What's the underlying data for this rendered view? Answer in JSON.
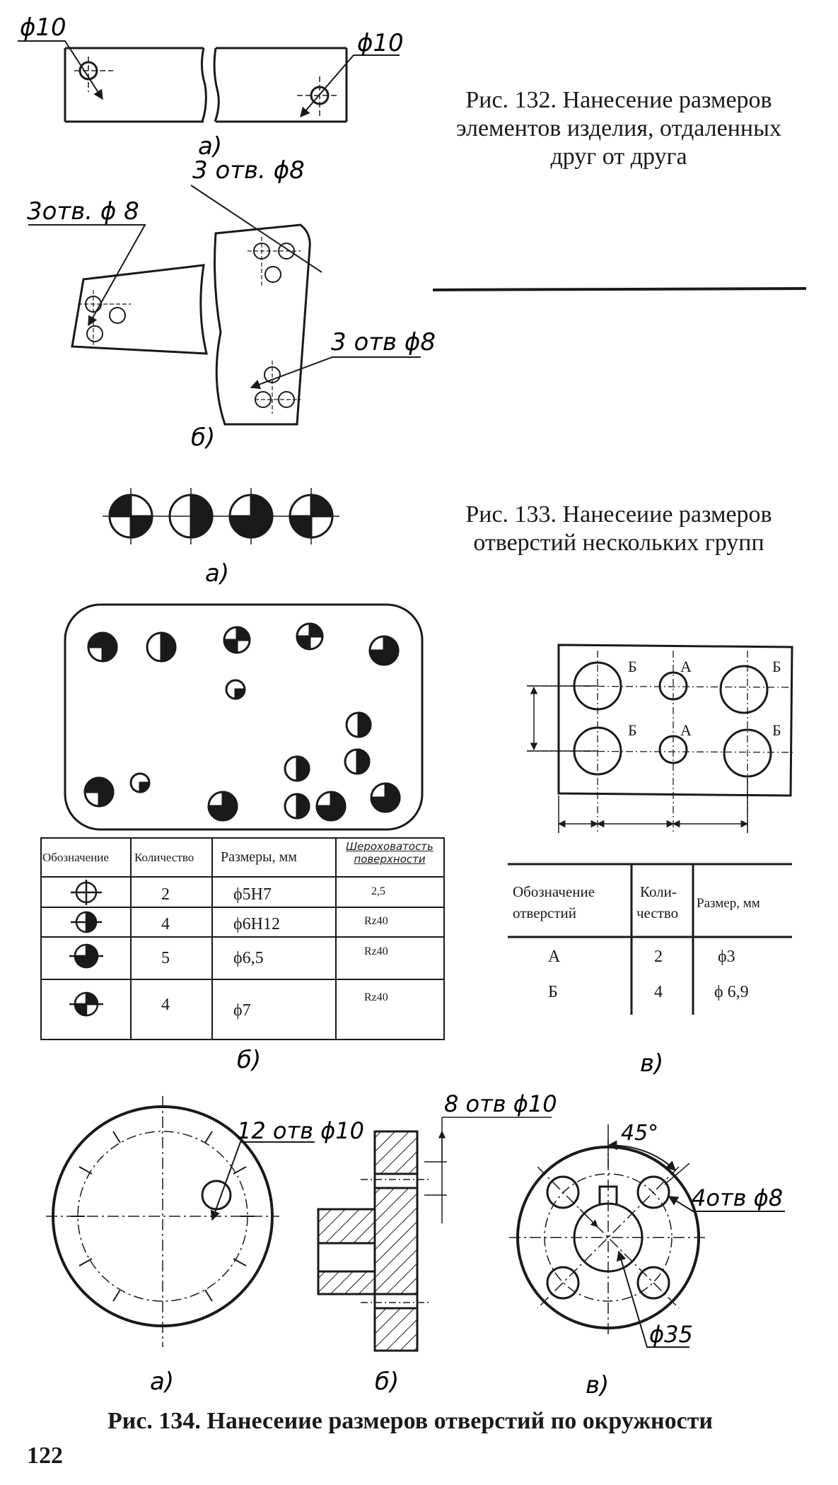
{
  "page_number": "122",
  "fig132": {
    "caption_l1": "Рис. 132. Нанесение размеров",
    "caption_l2": "элементов изделия, отдаленных",
    "caption_l3": "друг от друга",
    "dim_left": "ϕ10",
    "dim_right": "ϕ10",
    "label_a": "а)",
    "dim_b_top": "3 отв. ϕ8",
    "dim_b_left": "3отв. ϕ 8",
    "dim_b_right": "3 отв ϕ8",
    "label_b": "б)"
  },
  "fig133": {
    "caption_l1": "Рис. 133. Нанесеиие размеров",
    "caption_l2": "отверстий нескольких групп",
    "label_a": "а)",
    "label_b": "б)",
    "label_v": "в)",
    "table_b": {
      "headers": [
        "Обозначение",
        "Количество",
        "Размеры, мм",
        "Шероховатость поверхности"
      ],
      "rows": [
        {
          "qty": "2",
          "size": "ϕ5Н7",
          "rough": "2,5"
        },
        {
          "qty": "4",
          "size": "ϕ6Н12",
          "rough": "Rz40"
        },
        {
          "qty": "5",
          "size": "ϕ6,5",
          "rough": "Rz40"
        },
        {
          "qty": "4",
          "size": "ϕ7",
          "rough": "Rz40"
        }
      ]
    },
    "plate_labels": {
      "a": "А",
      "b": "Б"
    },
    "table_v": {
      "h1a": "Обозначение",
      "h1b": "отверстий",
      "h2a": "Коли-",
      "h2b": "чество",
      "h3": "Размер, мм",
      "rows": [
        {
          "code": "А",
          "qty": "2",
          "size": "ϕ3"
        },
        {
          "code": "Б",
          "qty": "4",
          "size": "ϕ 6,9"
        }
      ]
    }
  },
  "fig134": {
    "caption": "Рис. 134. Нанесеиие размеров отверстий по окружности",
    "dim_a": "12 отв ϕ10",
    "dim_b": "8 отв ϕ10",
    "dim_v_angle": "45°",
    "dim_v_holes": "4отв ϕ8",
    "dim_v_diam": "ϕ35",
    "label_a": "а)",
    "label_b": "б)",
    "label_v": "в)"
  }
}
